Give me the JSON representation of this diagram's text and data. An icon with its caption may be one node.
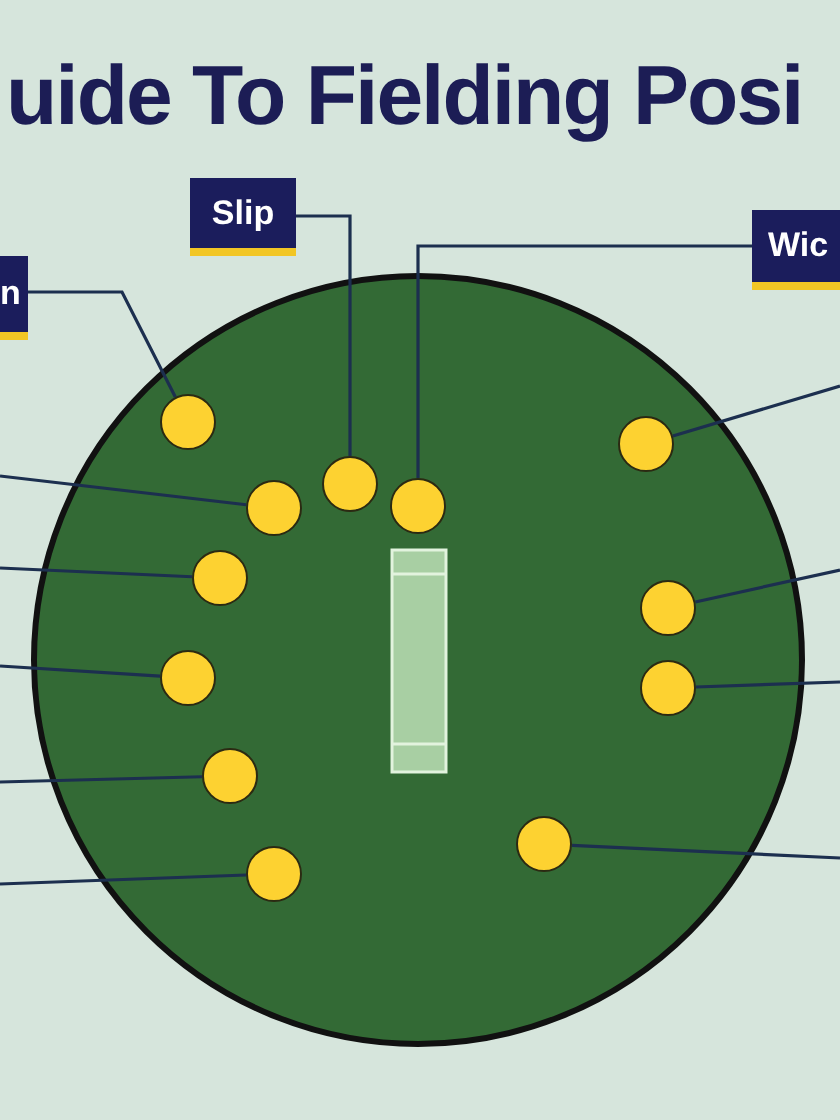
{
  "diagram": {
    "title": "uide To Fielding Posi",
    "nodes": [
      {
        "text": [
          "Slip"
        ]
      },
      {
        "text": [
          "Wic"
        ]
      },
      {
        "text": [
          "n"
        ]
      },
      {
        "text": [],
        "shape": "circle"
      },
      {
        "text": [],
        "shape": "circle"
      },
      {
        "text": [],
        "shape": "circle"
      },
      {
        "text": [],
        "shape": "circle"
      },
      {
        "text": [],
        "shape": "circle"
      },
      {
        "text": [],
        "shape": "circle"
      },
      {
        "text": [],
        "shape": "circle"
      },
      {
        "text": [],
        "shape": "circle"
      },
      {
        "text": [],
        "shape": "circle"
      },
      {
        "text": [],
        "shape": "circle"
      },
      {
        "text": [],
        "shape": "circle"
      },
      {
        "text": [],
        "shape": "circle"
      }
    ],
    "edges": [
      {
        "from": 0,
        "to": 5,
        "arrow": "none"
      },
      {
        "from": 1,
        "to": 6,
        "arrow": "none"
      },
      {
        "from": 2,
        "to": 3,
        "arrow": "none"
      },
      {
        "from": null,
        "to": 7,
        "arrow": "none"
      },
      {
        "from": null,
        "to": 8,
        "arrow": "none"
      },
      {
        "from": null,
        "to": 10,
        "arrow": "none"
      },
      {
        "from": null,
        "to": 12,
        "arrow": "none"
      },
      {
        "from": null,
        "to": 14,
        "arrow": "none"
      },
      {
        "from": null,
        "to": 4,
        "arrow": "none"
      },
      {
        "from": null,
        "to": 9,
        "arrow": "none"
      },
      {
        "from": null,
        "to": 11,
        "arrow": "none"
      },
      {
        "from": null,
        "to": 13,
        "arrow": "none"
      }
    ]
  }
}
